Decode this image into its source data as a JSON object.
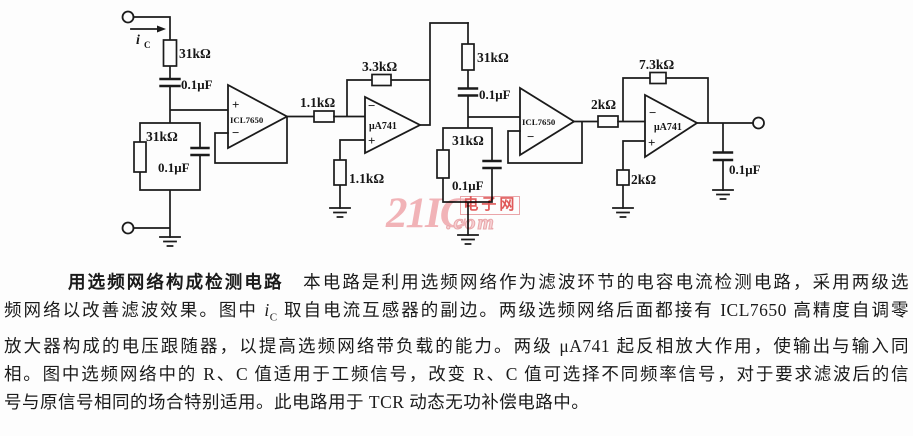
{
  "circuit": {
    "labels": {
      "ic_var": "i",
      "ic_sub": "C",
      "r1": "31kΩ",
      "c1": "0.1μF",
      "r2": "31kΩ",
      "c2": "0.1μF",
      "a1_plus": "+",
      "a1_name": "ICL7650",
      "a1_minus": "−",
      "r3": "1.1kΩ",
      "r4": "3.3kΩ",
      "a2_minus": "−",
      "a2_name": "μA741",
      "a2_plus": "+",
      "r5": "1.1kΩ",
      "r6": "31kΩ",
      "c3": "0.1μF",
      "r7": "31kΩ",
      "c4": "0.1μF",
      "a3_name": "ICL7650",
      "a3_minus": "−",
      "r8": "2kΩ",
      "r9": "7.3kΩ",
      "a4_minus": "−",
      "a4_name": "μA741",
      "a4_plus": "+",
      "r10": "2kΩ",
      "c5": "0.1μF"
    }
  },
  "watermark": {
    "brand": "21IC",
    "site_cn": "电子网",
    "domain": ".com"
  },
  "description": {
    "title": "用选频网络构成检测电路",
    "line1_rest": "　本电路是利用选频网络作为滤波环节的电容电流检测电路，采用两级选",
    "line2_pre": "频网络以改善滤波效果。图中 ",
    "line2_var": "i",
    "line2_sub": "C",
    "line2_post": " 取自电流互感器的副边。两级选频网络后面都接有 ICL7650 高精度自调零",
    "line3": "放大器构成的电压跟随器，以提高选频网络带负载的能力。两级 μA741 起反相放大作用，使输出与输入同",
    "line4": "相。图中选频网络中的 R、C 值适用于工频信号，改变 R、C 值可选择不同频率信号，对于要求滤波后的信",
    "line5": "号与原信号相同的场合特别适用。此电路用于 TCR 动态无功补偿电路中。"
  },
  "colors": {
    "ink": "#1b1b1b",
    "watermark_pink": "#f3b5b9",
    "watermark_red": "#e25b5b"
  }
}
